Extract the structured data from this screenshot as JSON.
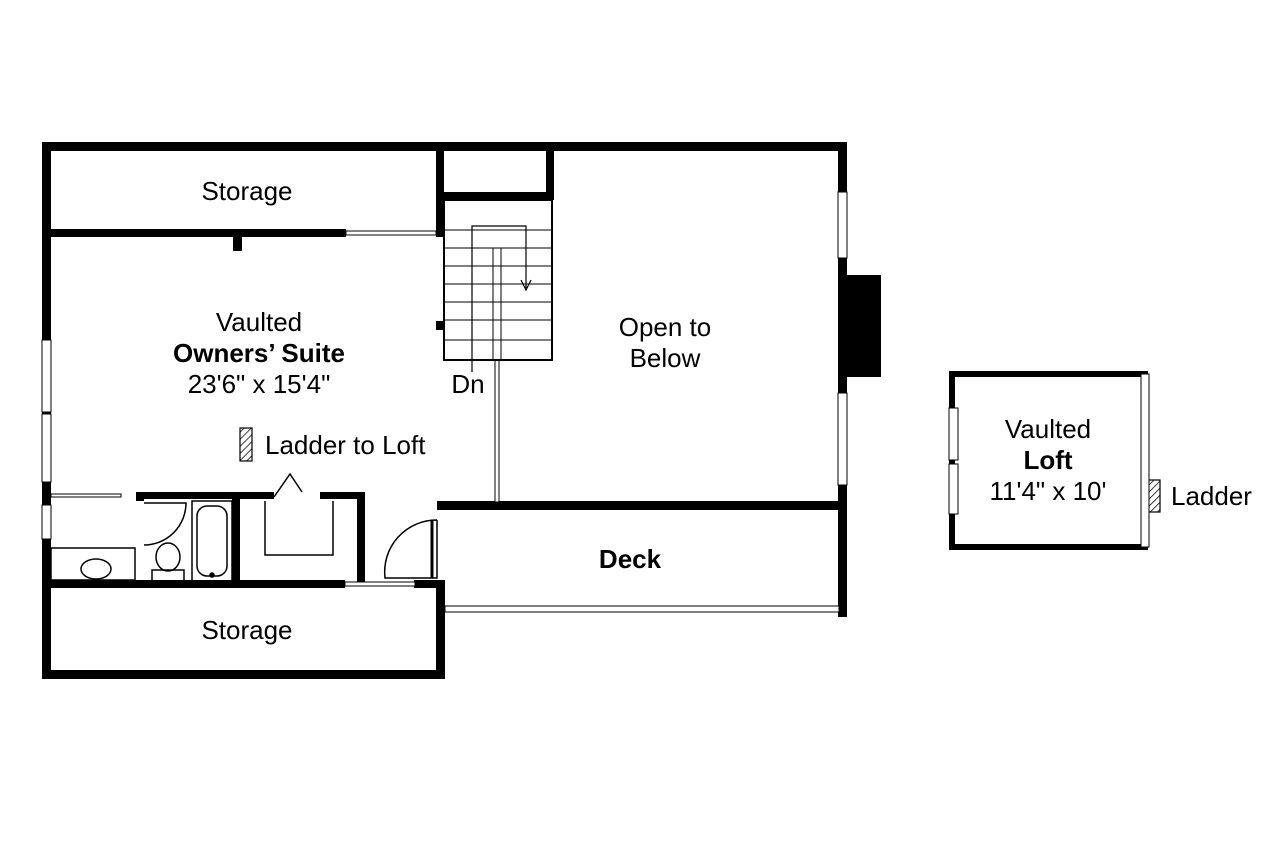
{
  "rooms": {
    "storage_top": {
      "label": "Storage"
    },
    "owners_suite": {
      "line1": "Vaulted",
      "line2": "Owners’ Suite",
      "dims": "23'6\" x 15'4\""
    },
    "ladder_note": {
      "label": "Ladder to Loft"
    },
    "stairs": {
      "label": "Dn"
    },
    "open_below": {
      "line1": "Open to",
      "line2": "Below"
    },
    "deck": {
      "label": "Deck"
    },
    "storage_bottom": {
      "label": "Storage"
    },
    "loft": {
      "line1": "Vaulted",
      "line2": "Loft",
      "dims": "11'4\" x 10'"
    },
    "loft_ladder": {
      "label": "Ladder"
    }
  }
}
